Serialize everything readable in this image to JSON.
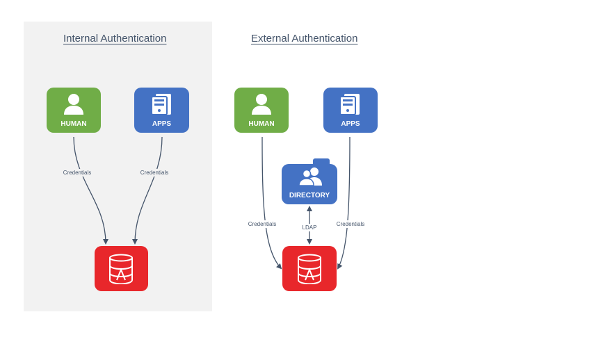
{
  "internal": {
    "title": "Internal Authentication",
    "human_label": "HUMAN",
    "apps_label": "APPS",
    "edge_human": "Credentials",
    "edge_apps": "Credentials"
  },
  "external": {
    "title": "External Authentication",
    "human_label": "HUMAN",
    "apps_label": "APPS",
    "directory_label": "DIRECTORY",
    "edge_human": "Credentials",
    "edge_apps": "Credentials",
    "edge_ldap": "LDAP"
  },
  "colors": {
    "human": "#70ad47",
    "apps": "#4472c4",
    "database": "#e8272b",
    "connector": "#44546a"
  },
  "icons": {
    "human": "person-icon",
    "apps": "server-icon",
    "directory": "users-folder-icon",
    "database": "database-icon"
  }
}
